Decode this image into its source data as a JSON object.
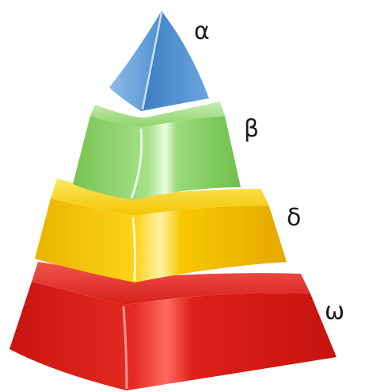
{
  "diagram": {
    "tiers": [
      {
        "label": "α",
        "color": "#5b9bd5"
      },
      {
        "label": "β",
        "color": "#8fd16b"
      },
      {
        "label": "δ",
        "color": "#f2c500"
      },
      {
        "label": "ω",
        "color": "#d8201c"
      }
    ]
  }
}
